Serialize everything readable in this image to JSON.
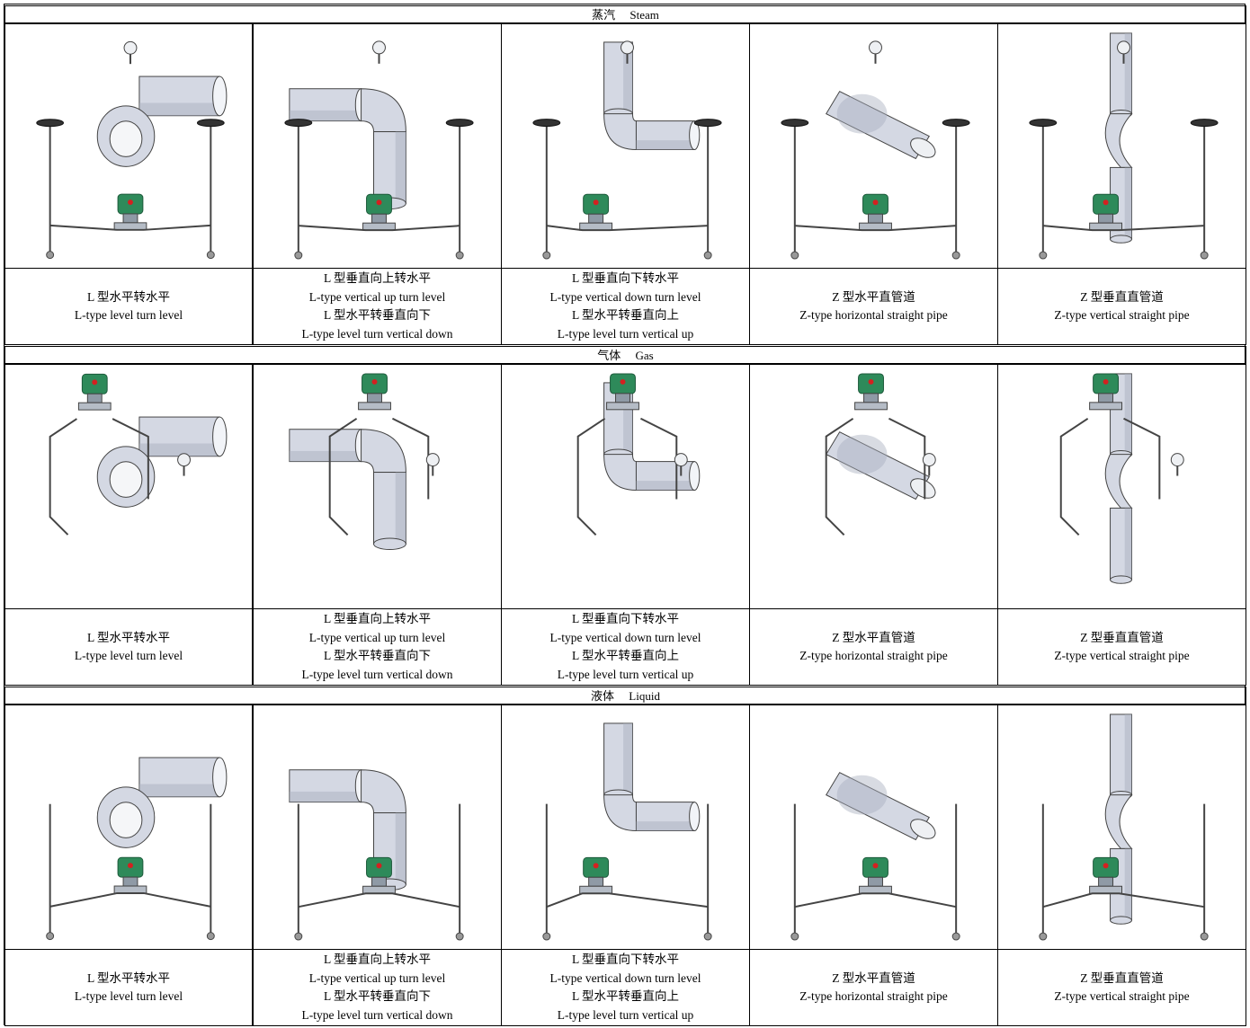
{
  "sections": [
    {
      "title": "蒸汽　 Steam",
      "cells": [
        {
          "shape": "L-level",
          "image": "steam-l-level-diagram",
          "lines": [
            "L 型水平转水平",
            "L-type level turn level"
          ]
        },
        {
          "shape": "L-up",
          "image": "steam-l-vertical-up-diagram",
          "lines": [
            "L 型垂直向上转水平",
            "L-type vertical up turn level",
            "L 型水平转垂直向下",
            "L-type level turn vertical down"
          ]
        },
        {
          "shape": "L-down",
          "image": "steam-l-vertical-down-diagram",
          "lines": [
            "L 型垂直向下转水平",
            "L-type vertical down turn level",
            "L 型水平转垂直向上",
            "L-type level turn vertical up"
          ]
        },
        {
          "shape": "Z-horizontal",
          "image": "steam-z-horizontal-diagram",
          "lines": [
            "Z 型水平直管道",
            "Z-type horizontal straight pipe"
          ]
        },
        {
          "shape": "Z-vertical",
          "image": "steam-z-vertical-diagram",
          "lines": [
            "Z 型垂直直管道",
            "Z-type vertical straight pipe"
          ]
        }
      ]
    },
    {
      "title": "气体　 Gas",
      "cells": [
        {
          "shape": "L-level",
          "image": "gas-l-level-diagram",
          "lines": [
            "L 型水平转水平",
            "L-type level turn level"
          ]
        },
        {
          "shape": "L-up",
          "image": "gas-l-vertical-up-diagram",
          "lines": [
            "L 型垂直向上转水平",
            "L-type vertical up turn level",
            "L 型水平转垂直向下",
            "L-type level turn vertical down"
          ]
        },
        {
          "shape": "L-down",
          "image": "gas-l-vertical-down-diagram",
          "lines": [
            "L 型垂直向下转水平",
            "L-type vertical down turn level",
            "L 型水平转垂直向上",
            "L-type level turn vertical up"
          ]
        },
        {
          "shape": "Z-horizontal",
          "image": "gas-z-horizontal-diagram",
          "lines": [
            "Z 型水平直管道",
            "Z-type horizontal straight pipe"
          ]
        },
        {
          "shape": "Z-vertical",
          "image": "gas-z-vertical-diagram",
          "lines": [
            "Z 型垂直直管道",
            "Z-type vertical straight pipe"
          ]
        }
      ]
    },
    {
      "title": "液体　 Liquid",
      "cells": [
        {
          "shape": "L-level",
          "image": "liquid-l-level-diagram",
          "lines": [
            "L 型水平转水平",
            "L-type level turn level"
          ]
        },
        {
          "shape": "L-up",
          "image": "liquid-l-vertical-up-diagram",
          "lines": [
            "L 型垂直向上转水平",
            "L-type vertical up turn level",
            "L 型水平转垂直向下",
            "L-type level turn vertical down"
          ]
        },
        {
          "shape": "L-down",
          "image": "liquid-l-vertical-down-diagram",
          "lines": [
            "L 型垂直向下转水平",
            "L-type vertical down turn level",
            "L 型水平转垂直向上",
            "L-type level turn vertical up"
          ]
        },
        {
          "shape": "Z-horizontal",
          "image": "liquid-z-horizontal-diagram",
          "lines": [
            "Z 型水平直管道",
            "Z-type horizontal straight pipe"
          ]
        },
        {
          "shape": "Z-vertical",
          "image": "liquid-z-vertical-diagram",
          "lines": [
            "Z 型垂直直管道",
            "Z-type vertical straight pipe"
          ]
        }
      ]
    }
  ],
  "colors": {
    "pipe": "#d4d8e3",
    "pipe_shade": "#a9afbf",
    "transmitter_green": "#2e8a5a",
    "indicator_red": "#d42020",
    "line": "#444444"
  }
}
